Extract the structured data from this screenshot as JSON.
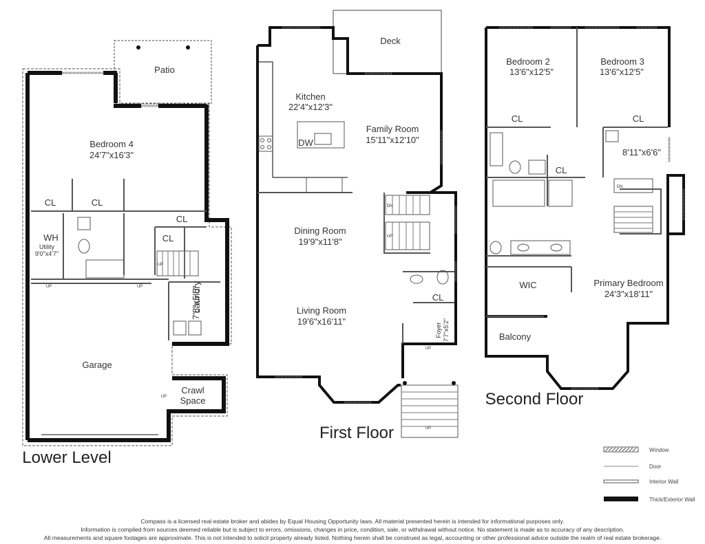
{
  "floors": {
    "lower": {
      "title": "Lower Level",
      "rooms": {
        "patio": "Patio",
        "bedroom4": "Bedroom 4",
        "bedroom4_dim": "24'7\"x16'3\"",
        "cl": "CL",
        "wh": "WH",
        "utility": "Utility",
        "utility_dim": "9'0\"x4'7\"",
        "laundry": "Laundry",
        "laundry_dim": "7'8\"x5'5\"",
        "garage": "Garage",
        "crawl": "Crawl",
        "space": "Space",
        "up": "UP"
      }
    },
    "first": {
      "title": "First Floor",
      "rooms": {
        "deck": "Deck",
        "kitchen": "Kitchen",
        "kitchen_dim": "22'4\"x12'3\"",
        "dw": "DW",
        "family": "Family Room",
        "family_dim": "15'11\"x12'10\"",
        "dining": "Dining Room",
        "dining_dim": "19'9\"x11'8\"",
        "living": "Living Room",
        "living_dim": "19'6\"x16'11\"",
        "cl": "CL",
        "foyer": "Foyer",
        "foyer_dim": "7'7\"x5'2\"",
        "up": "UP",
        "dn": "DN"
      }
    },
    "second": {
      "title": "Second Floor",
      "rooms": {
        "bedroom2": "Bedroom 2",
        "bedroom2_dim": "13'6\"x12'5\"",
        "bedroom3": "Bedroom 3",
        "bedroom3_dim": "13'6\"x12'5\"",
        "cl": "CL",
        "laundry_dim": "8'11\"x6'6\"",
        "wic": "WIC",
        "primary": "Primary Bedroom",
        "primary_dim": "24'3\"x18'11\"",
        "balcony": "Balcony",
        "dn": "DN"
      }
    }
  },
  "legend": {
    "window": "Window",
    "door": "Door",
    "interior": "Interior Wall",
    "exterior": "Thick/Exterior Wall"
  },
  "disclaimer": [
    "Compass  is a licensed real estate broker and abides by Equal Housing Opportunity laws. All material presented herein is intended for informational purposes only.",
    "Information is compiled from sources deemed reliable but is subject to errors, omissions, changes in price, condition, sale, or withdrawal without notice.  No statement is made as to accuracy of any description.",
    "All measurements and square footages are approximate. This is not intended to solicit property already listed. Nothing herein shall be construed as legal, accounting or other professional advice outside the realm of real estate brokerage."
  ]
}
